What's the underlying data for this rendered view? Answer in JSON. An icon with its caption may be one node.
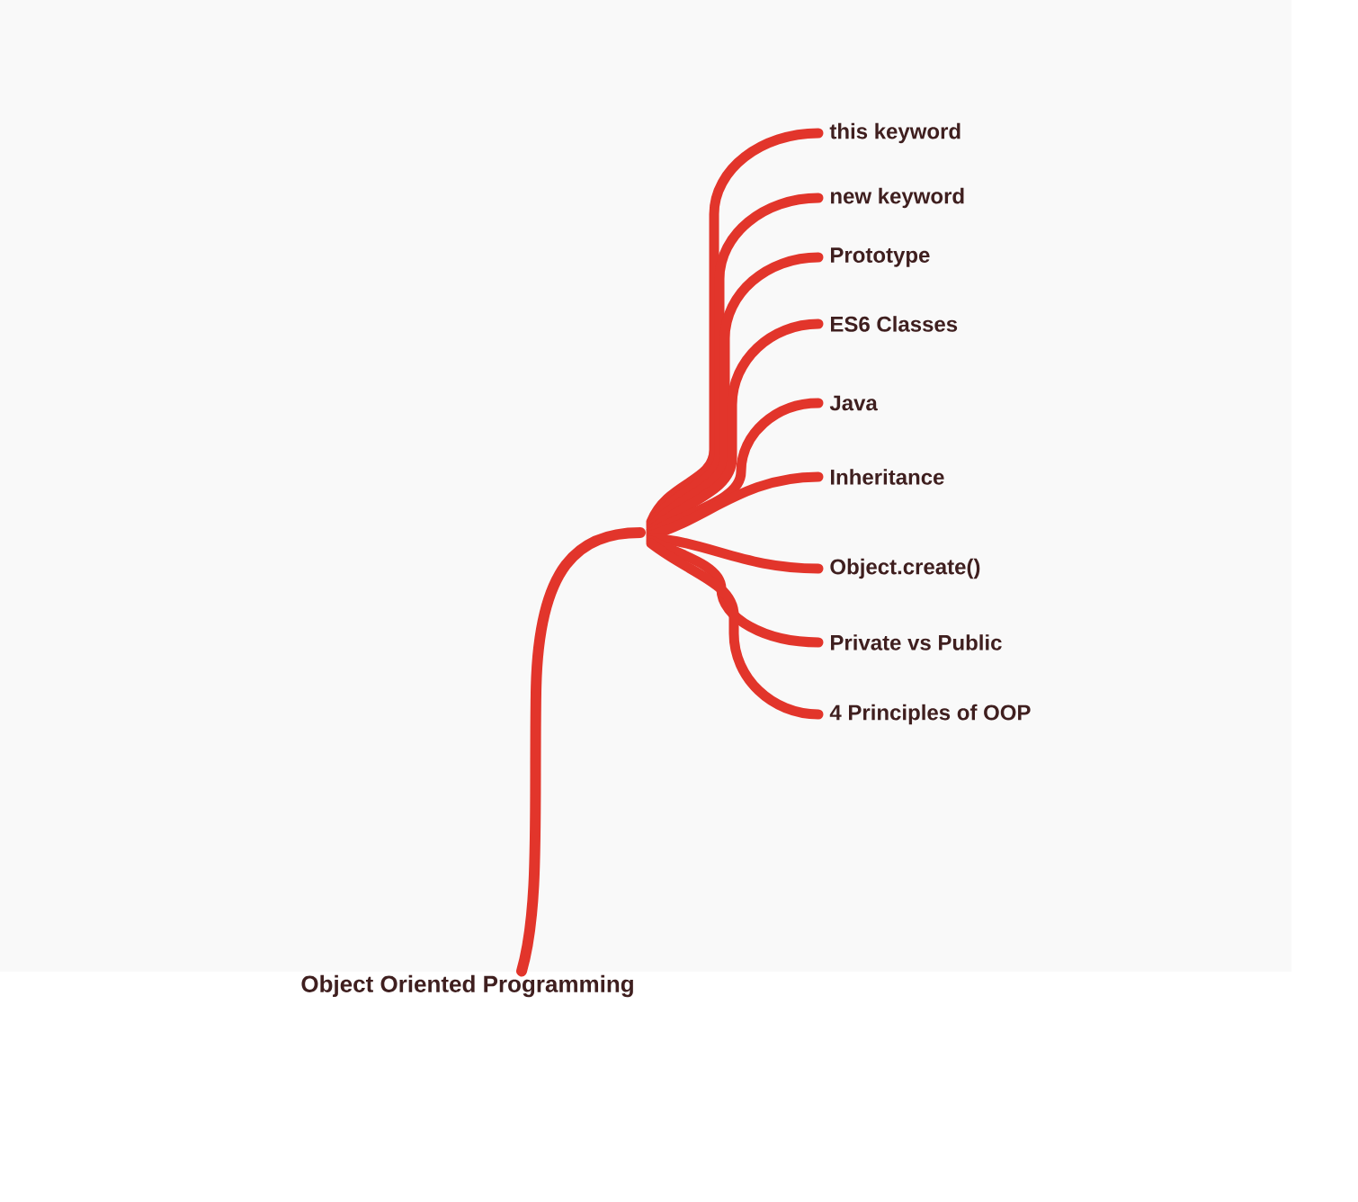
{
  "diagram": {
    "nodes": [
      {
        "text": [
          "Object Oriented Programming"
        ]
      },
      {
        "text": [
          "this keyword"
        ]
      },
      {
        "text": [
          "new keyword"
        ]
      },
      {
        "text": [
          "Prototype"
        ]
      },
      {
        "text": [
          "ES6 Classes"
        ]
      },
      {
        "text": [
          "Java"
        ]
      },
      {
        "text": [
          "Inheritance"
        ]
      },
      {
        "text": [
          "Object.create()"
        ]
      },
      {
        "text": [
          "Private vs Public"
        ]
      },
      {
        "text": [
          "4 Principles of OOP"
        ]
      }
    ],
    "edges": [
      {
        "from": 0,
        "to": 1,
        "arrow": "none"
      },
      {
        "from": 0,
        "to": 2,
        "arrow": "none"
      },
      {
        "from": 0,
        "to": 3,
        "arrow": "none"
      },
      {
        "from": 0,
        "to": 4,
        "arrow": "none"
      },
      {
        "from": 0,
        "to": 5,
        "arrow": "none"
      },
      {
        "from": 0,
        "to": 6,
        "arrow": "none"
      },
      {
        "from": 0,
        "to": 7,
        "arrow": "none"
      },
      {
        "from": 0,
        "to": 8,
        "arrow": "none"
      },
      {
        "from": 0,
        "to": 9,
        "arrow": "none"
      }
    ]
  }
}
